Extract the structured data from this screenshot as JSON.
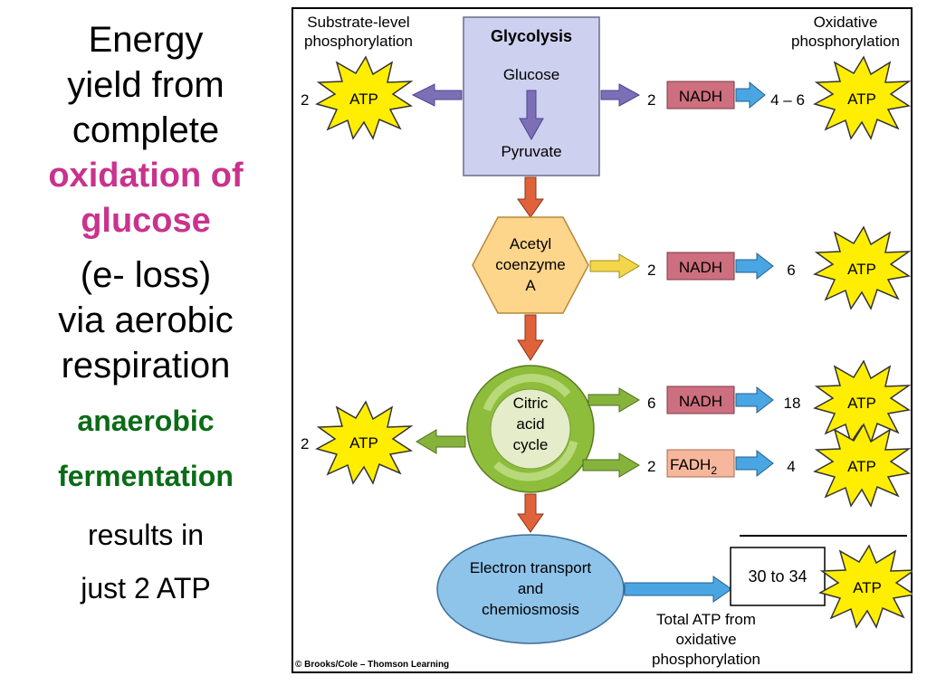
{
  "left": {
    "line1": "Energy",
    "line2": "yield from",
    "line3": "complete",
    "line4": "oxidation of",
    "line5": "glucose",
    "line6": "(e- loss)",
    "line7": "via aerobic",
    "line8": "respiration",
    "line9": "anaerobic",
    "line10": "fermentation",
    "line11": "results in",
    "line12": "just 2 ATP"
  },
  "colors": {
    "pink": "#c9338d",
    "green": "#0b6b17",
    "glycolysis_box": "#cdd0ee",
    "purple_arrow": "#7c6fb6",
    "orange_arrow": "#e0623a",
    "acetyl_hex": "#fdd58b",
    "yellow_arrow": "#f4d64a",
    "citric_ring": "#8dbd3a",
    "green_arrow": "#86b33b",
    "nadh_box": "#cd6f7e",
    "fadh_box": "#f7b79c",
    "blue_arrow": "#4aa6e3",
    "etc_ellipse": "#8ec3ea",
    "atp_star": "#ffee00"
  },
  "diagram": {
    "substrate_level_line1": "Substrate-level",
    "substrate_level_line2": "phosphorylation",
    "oxidative_line1": "Oxidative",
    "oxidative_line2": "phosphorylation",
    "glycolysis_title": "Glycolysis",
    "glucose": "Glucose",
    "pyruvate": "Pyruvate",
    "acetyl_line1": "Acetyl",
    "acetyl_line2": "coenzyme",
    "acetyl_line3": "A",
    "citric_line1": "Citric",
    "citric_line2": "acid",
    "citric_line3": "cycle",
    "etc_line1": "Electron transport",
    "etc_line2": "and",
    "etc_line3": "chemiosmosis",
    "atp": "ATP",
    "nadh": "NADH",
    "fadh": "FADH",
    "fadh_sub": "2",
    "n_glyco_atp": "2",
    "n_glyco_nadh": "2",
    "n_glyco_out": "4 – 6",
    "n_acetyl_nadh": "2",
    "n_acetyl_out": "6",
    "n_citric_atp": "2",
    "n_citric_nadh": "6",
    "n_citric_nadh_out": "18",
    "n_citric_fadh": "2",
    "n_citric_fadh_out": "4",
    "total_box": "30 to 34",
    "total_line1": "Total ATP from",
    "total_line2": "oxidative",
    "total_line3": "phosphorylation",
    "copyright": "© Brooks/Cole – Thomson Learning"
  }
}
